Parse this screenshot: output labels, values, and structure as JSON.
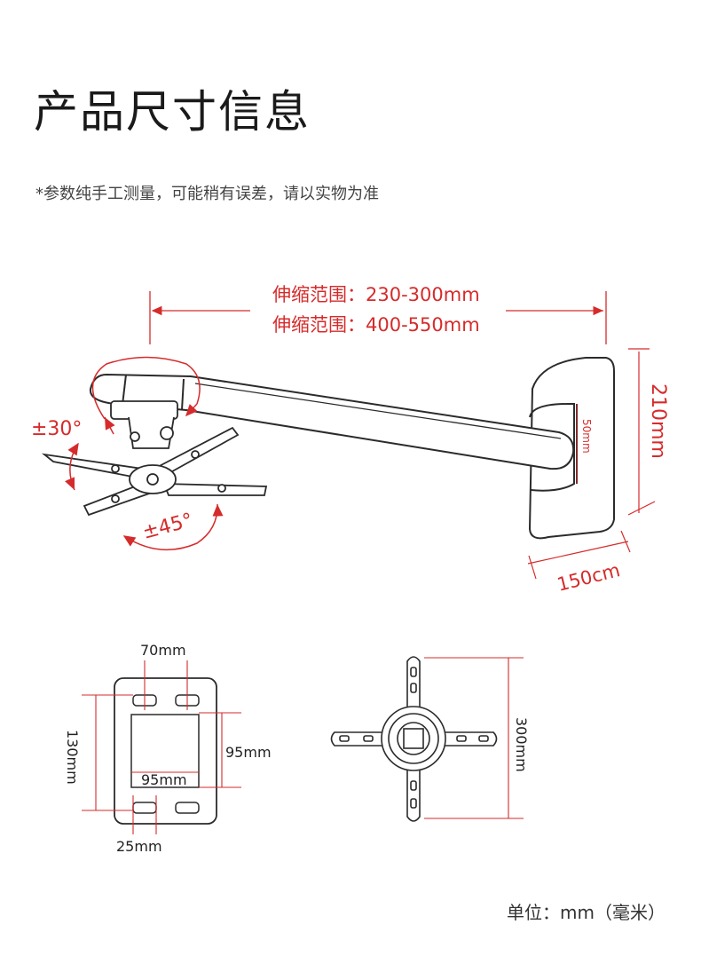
{
  "header": {
    "title": "产品尺寸信息",
    "subtitle": "*参数纯手工测量，可能稍有误差，请以实物为准"
  },
  "mount_diagram": {
    "range_label_1": "伸缩范围：230-300mm",
    "range_label_2": "伸缩范围：400-550mm",
    "tilt_label": "±30°",
    "rotate_label": "±45°",
    "plate_height_label": "210mm",
    "slot_label": "50mm",
    "plate_depth_label": "150cm"
  },
  "plate_diagram": {
    "top_width_label": "70mm",
    "height_label": "130mm",
    "inner_height_label": "95mm",
    "inner_width_label": "95mm",
    "slot_label": "25mm"
  },
  "bracket_diagram": {
    "span_label": "300mm"
  },
  "footer": {
    "unit_note": "单位：mm（毫米）"
  },
  "colors": {
    "accent": "#d62b2b",
    "line": "#2b2b2b"
  }
}
